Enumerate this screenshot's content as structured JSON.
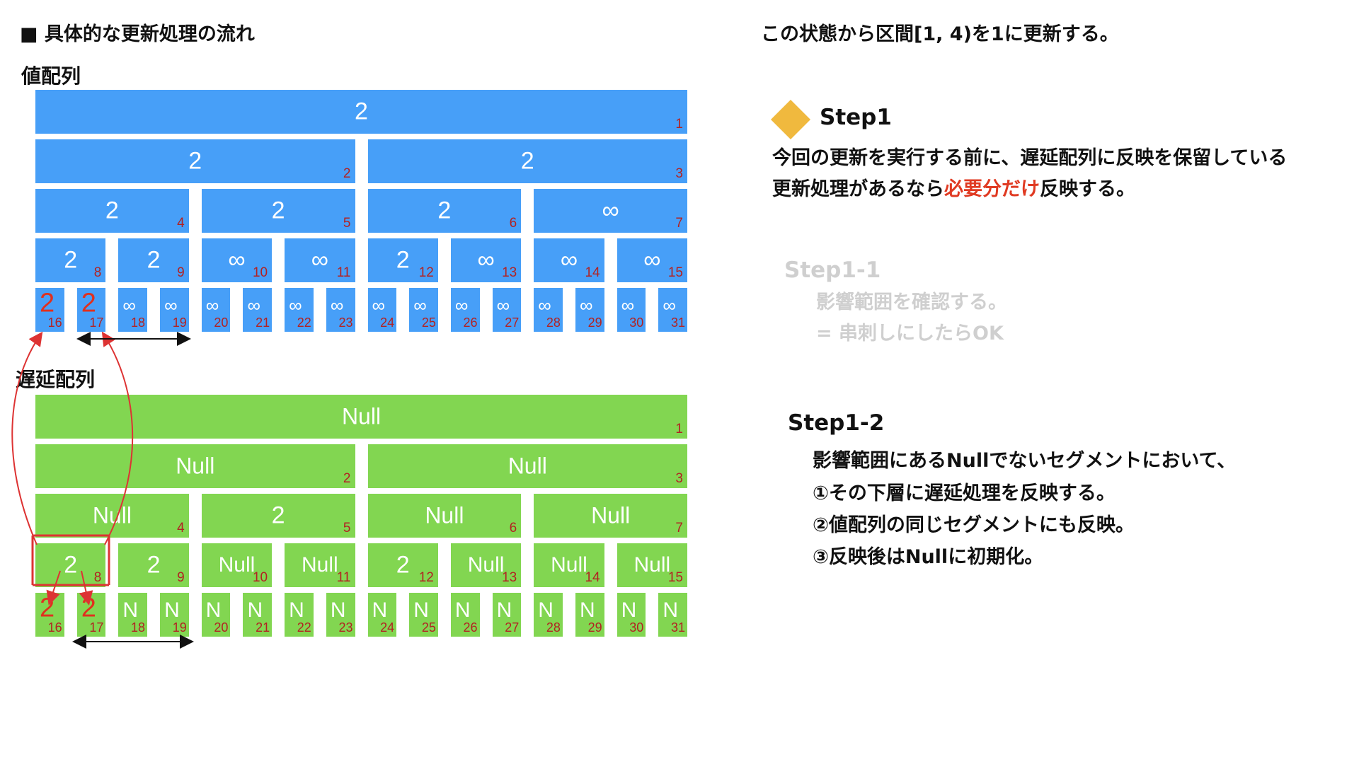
{
  "left": {
    "section_title": "■ 具体的な更新処理の流れ",
    "value_array_label": "値配列",
    "lazy_array_label": "遅延配列"
  },
  "value_tree": [
    {
      "i": "1",
      "v": "2"
    },
    {
      "i": "2",
      "v": "2"
    },
    {
      "i": "3",
      "v": "2"
    },
    {
      "i": "4",
      "v": "2"
    },
    {
      "i": "5",
      "v": "2"
    },
    {
      "i": "6",
      "v": "2"
    },
    {
      "i": "7",
      "v": "∞"
    },
    {
      "i": "8",
      "v": "2"
    },
    {
      "i": "9",
      "v": "2"
    },
    {
      "i": "10",
      "v": "∞"
    },
    {
      "i": "11",
      "v": "∞"
    },
    {
      "i": "12",
      "v": "2"
    },
    {
      "i": "13",
      "v": "∞"
    },
    {
      "i": "14",
      "v": "∞"
    },
    {
      "i": "15",
      "v": "∞"
    },
    {
      "i": "16",
      "v": "2",
      "red": true
    },
    {
      "i": "17",
      "v": "2",
      "red": true
    },
    {
      "i": "18",
      "v": "∞"
    },
    {
      "i": "19",
      "v": "∞"
    },
    {
      "i": "20",
      "v": "∞"
    },
    {
      "i": "21",
      "v": "∞"
    },
    {
      "i": "22",
      "v": "∞"
    },
    {
      "i": "23",
      "v": "∞"
    },
    {
      "i": "24",
      "v": "∞"
    },
    {
      "i": "25",
      "v": "∞"
    },
    {
      "i": "26",
      "v": "∞"
    },
    {
      "i": "27",
      "v": "∞"
    },
    {
      "i": "28",
      "v": "∞"
    },
    {
      "i": "29",
      "v": "∞"
    },
    {
      "i": "30",
      "v": "∞"
    },
    {
      "i": "31",
      "v": "∞"
    }
  ],
  "lazy_tree": [
    {
      "i": "1",
      "v": "Null"
    },
    {
      "i": "2",
      "v": "Null"
    },
    {
      "i": "3",
      "v": "Null"
    },
    {
      "i": "4",
      "v": "Null"
    },
    {
      "i": "5",
      "v": "2"
    },
    {
      "i": "6",
      "v": "Null"
    },
    {
      "i": "7",
      "v": "Null"
    },
    {
      "i": "8",
      "v": "2",
      "boxed": true
    },
    {
      "i": "9",
      "v": "2"
    },
    {
      "i": "10",
      "v": "Null"
    },
    {
      "i": "11",
      "v": "Null"
    },
    {
      "i": "12",
      "v": "2"
    },
    {
      "i": "13",
      "v": "Null"
    },
    {
      "i": "14",
      "v": "Null"
    },
    {
      "i": "15",
      "v": "Null"
    },
    {
      "i": "16",
      "v": "2",
      "red": true
    },
    {
      "i": "17",
      "v": "2",
      "red": true
    },
    {
      "i": "18",
      "v": "N"
    },
    {
      "i": "19",
      "v": "N"
    },
    {
      "i": "20",
      "v": "N"
    },
    {
      "i": "21",
      "v": "N"
    },
    {
      "i": "22",
      "v": "N"
    },
    {
      "i": "23",
      "v": "N"
    },
    {
      "i": "24",
      "v": "N"
    },
    {
      "i": "25",
      "v": "N"
    },
    {
      "i": "26",
      "v": "N"
    },
    {
      "i": "27",
      "v": "N"
    },
    {
      "i": "28",
      "v": "N"
    },
    {
      "i": "29",
      "v": "N"
    },
    {
      "i": "30",
      "v": "N"
    },
    {
      "i": "31",
      "v": "N"
    }
  ],
  "right": {
    "heading": "この状態から区間[1, 4)を1に更新する。",
    "step1_title": "Step1",
    "step1_line1": "今回の更新を実行する前に、遅延配列に反映を保留している",
    "step1_line2_pre": "更新処理があるなら",
    "step1_line2_hl": "必要分だけ",
    "step1_line2_post": "反映する。",
    "step11_title": "Step1-1",
    "step11_line1": "影響範囲を確認する。",
    "step11_line2": "= 串刺しにしたらOK",
    "step12_title": "Step1-2",
    "step12_line1": "影響範囲にあるNullでないセグメントにおいて、",
    "step12_line2": "①その下層に遅延処理を反映する。",
    "step12_line3": "②値配列の同じセグメントにも反映。",
    "step12_line4": "③反映後はNullに初期化。"
  },
  "colors": {
    "value_fill": "#479ff8",
    "lazy_fill": "#82d651",
    "index_text": "#b22222",
    "highlight": "#e03a22",
    "diamond": "#f0b93e"
  }
}
